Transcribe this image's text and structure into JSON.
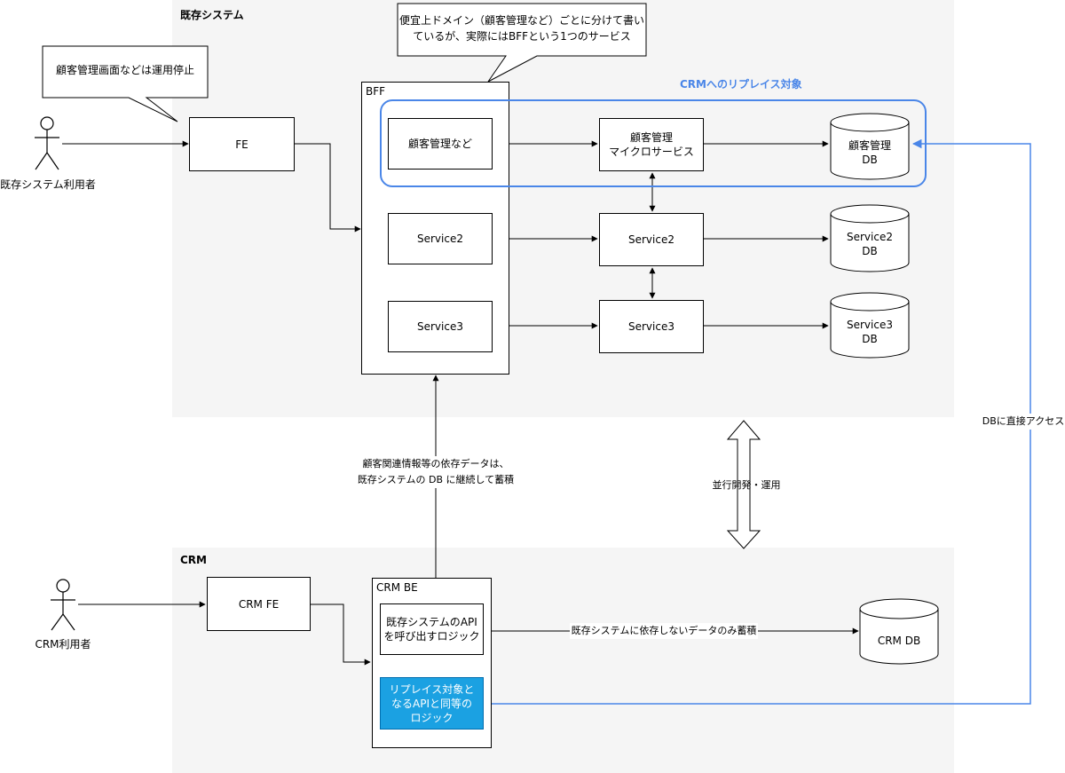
{
  "regions": {
    "existing": {
      "title": "既存システム"
    },
    "crm": {
      "title": "CRM"
    }
  },
  "callouts": {
    "fe_note": "顧客管理画面などは運用停止",
    "bff_note": "便宜上ドメイン（顧客管理など）ごとに分けて書い\nているが、実際にはBFFという1つのサービス"
  },
  "actors": {
    "existing_user": "既存システム利用者",
    "crm_user": "CRM利用者"
  },
  "existing": {
    "fe": "FE",
    "bff_label": "BFF",
    "bff_customer": "顧客管理など",
    "bff_service2": "Service2",
    "bff_service3": "Service3",
    "ms_customer": "顧客管理\nマイクロサービス",
    "ms_service2": "Service2",
    "ms_service3": "Service3",
    "db_customer": "顧客管理\nDB",
    "db_service2": "Service2\nDB",
    "db_service3": "Service3\nDB",
    "replace_scope_label": "CRMへのリプレイス対象"
  },
  "crm": {
    "fe": "CRM FE",
    "be_label": "CRM BE",
    "be_api_logic": "既存システムのAPI\nを呼び出すロジック",
    "be_replace_logic": "リプレイス対象と\nなるAPIと同等の\nロジック",
    "db": "CRM DB"
  },
  "edge_labels": {
    "dependent_data": "顧客関連情報等の依存データは、\n既存システムの DB に継続して蓄積",
    "parallel": "並行開発・運用",
    "independent_data": "既存システムに依存しないデータのみ蓄積",
    "direct_db": "DBに直接アクセス"
  },
  "colors": {
    "region_bg": "#f5f5f5",
    "scope_blue": "#4a86e8",
    "logic_fill": "#1ba1e2"
  }
}
